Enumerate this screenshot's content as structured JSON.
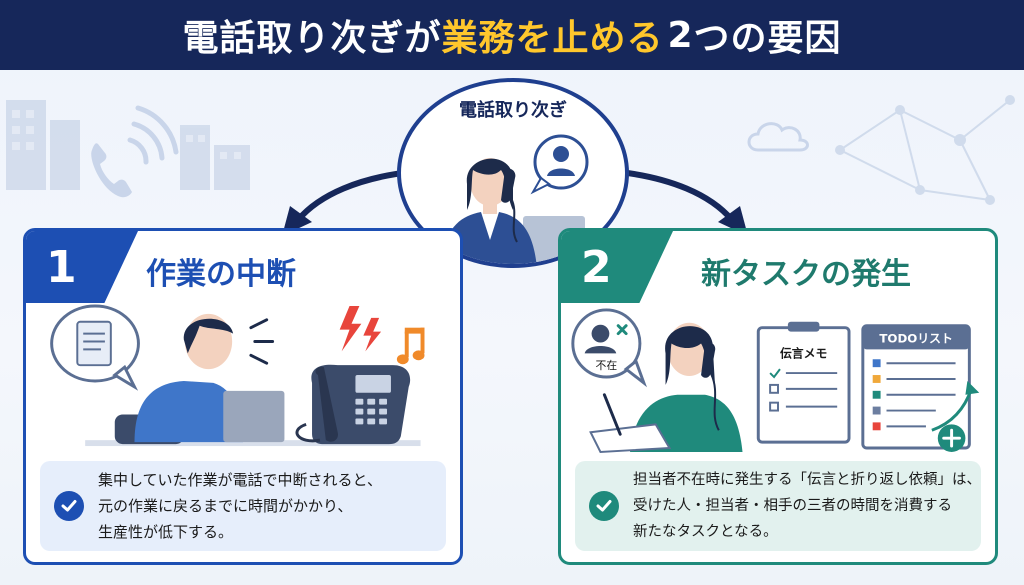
{
  "title": {
    "part1": "電話取り次ぎが",
    "part2": "業務を止める",
    "part3": "2",
    "part4": "つの要因"
  },
  "center": {
    "label": "電話取り次ぎ"
  },
  "cards": [
    {
      "number": "1",
      "title": "作業の中断",
      "lines": [
        "集中していた作業が電話で中断されると、",
        "元の作業に戻るまでに時間がかかり、",
        "生産性が低下する。"
      ]
    },
    {
      "number": "2",
      "title": "新タスクの発生",
      "lines": [
        "担当者不在時に発生する「伝言と折り返し依頼」は、",
        "受けた人・担当者・相手の三者の時間を消費する",
        "新たなタスクとなる。"
      ],
      "absent_label": "不在",
      "memo_label": "伝言メモ",
      "todo_label": "TODOリスト"
    }
  ],
  "colors": {
    "navy": "#16275a",
    "yellow": "#ffc72c",
    "blue": "#1d4fb3",
    "teal": "#1f8a7c"
  },
  "icons": [
    "phone-icon",
    "building-icon",
    "cloud-icon",
    "network-icon",
    "document-icon",
    "lightning-icon",
    "music-note-icon",
    "desk-phone-icon",
    "person-icon",
    "checklist-icon",
    "plus-icon",
    "check-icon"
  ]
}
